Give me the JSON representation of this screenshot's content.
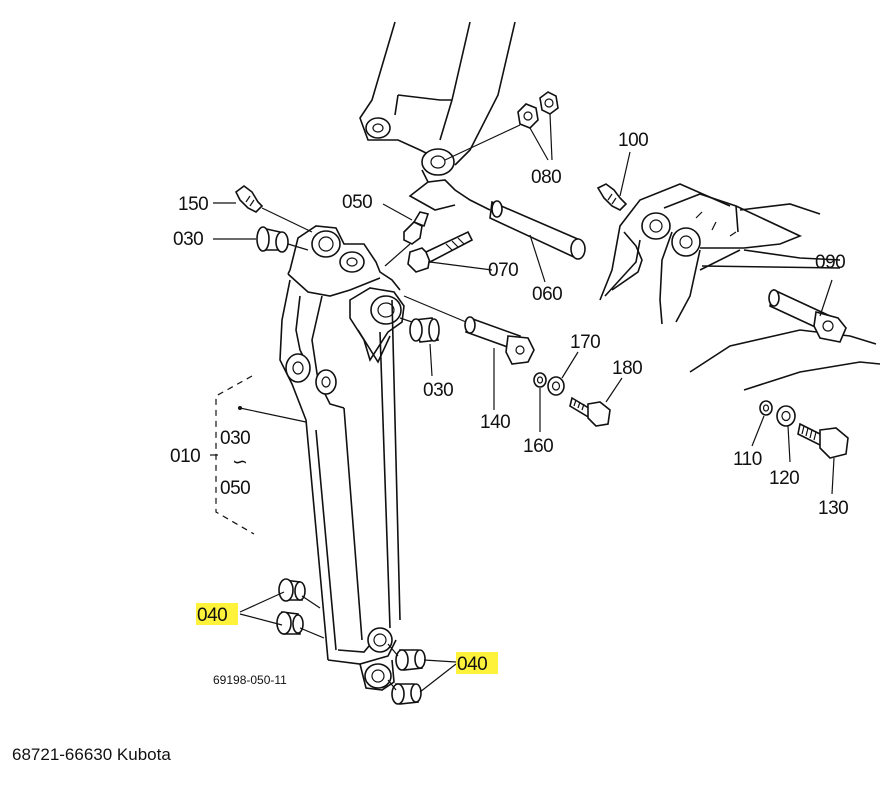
{
  "labels": {
    "l150": "150",
    "l030a": "030",
    "l050": "050",
    "l070": "070",
    "l060": "060",
    "l080": "080",
    "l100": "100",
    "l090": "090",
    "l170": "170",
    "l180": "180",
    "l030b": "030",
    "l140": "140",
    "l160": "160",
    "l110": "110",
    "l120": "120",
    "l130": "130",
    "l010": "010",
    "l030c": "030",
    "tilde": "∽",
    "l050b": "050",
    "l040a": "040",
    "l040b": "040"
  },
  "drawing_number": "69198-050-11",
  "caption": "68721-66630 Kubota",
  "highlight_color": "#fff23a"
}
